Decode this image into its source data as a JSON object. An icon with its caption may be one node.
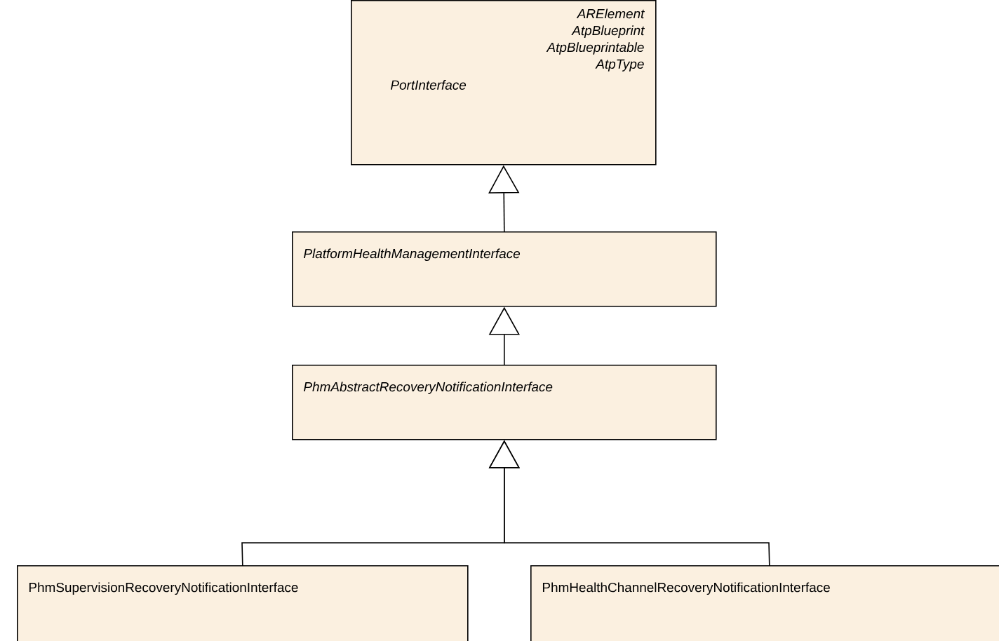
{
  "diagram": {
    "nodes": [
      {
        "text": [
          "ARElement",
          "AtpBlueprint",
          "AtpBlueprintable",
          "AtpType",
          "PortInterface"
        ]
      },
      {
        "text": [
          "PlatformHealthManagementInterface"
        ]
      },
      {
        "text": [
          "PhmAbstractRecoveryNotificationInterface"
        ]
      },
      {
        "text": [
          "PhmSupervisionRecoveryNotificationInterface"
        ]
      },
      {
        "text": [
          "PhmHealthChannelRecoveryNotificationInterface"
        ]
      }
    ],
    "edges": [
      {
        "from": 1,
        "to": 0,
        "arrow": "to"
      },
      {
        "from": 2,
        "to": 1,
        "arrow": "to"
      },
      {
        "from": 3,
        "to": 2,
        "arrow": "to"
      },
      {
        "from": 4,
        "to": 2,
        "arrow": "to"
      }
    ]
  }
}
